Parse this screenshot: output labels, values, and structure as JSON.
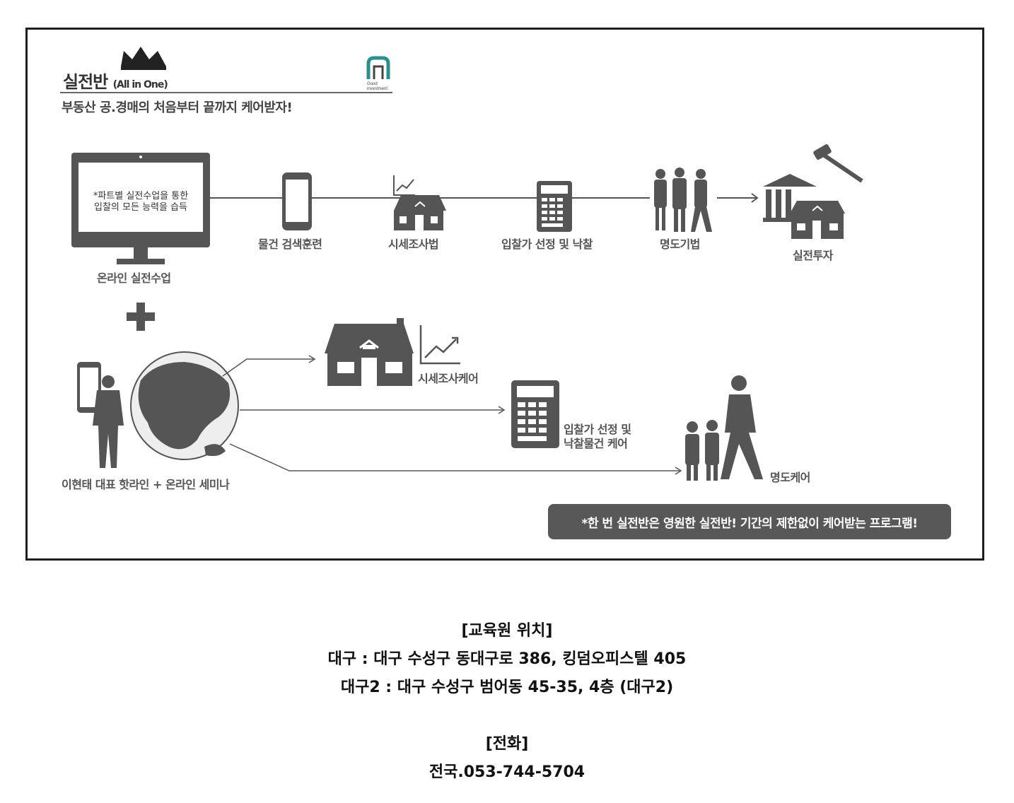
{
  "header": {
    "title": "실전반",
    "title_suffix": "(All in One)",
    "subtitle": "부동산 공.경매의 처음부터 끝까지 케어받자!",
    "logo_text_1": "Good",
    "logo_text_2": "investment"
  },
  "flow_top": {
    "monitor_text_1": "*파트별 실전수업을 통한",
    "monitor_text_2": "입찰의 모든 능력을 습득",
    "online_class": "온라인 실전수업",
    "step_search": "물건 검색훈련",
    "step_market": "시세조사법",
    "step_bid": "입찰가 선정 및 낙찰",
    "step_evict": "명도기법",
    "step_invest": "실전투자"
  },
  "flow_bottom": {
    "hotline": "이현태 대표 핫라인 + 온라인 세미나",
    "care_market": "시세조사케어",
    "care_bid_1": "입찰가 선정 및",
    "care_bid_2": "낙찰물건 케어",
    "care_evict": "명도케어"
  },
  "banner": "*한 번 실전반은 영원한 실전반! 기간의 제한없이 케어받는 프로그램!",
  "info": {
    "location_heading": "[교육원 위치]",
    "location_1": "대구 : 대구 수성구 동대구로 386, 킹덤오피스텔 405",
    "location_2": "대구2 : 대구 수성구 범어동 45-35, 4층 (대구2)",
    "phone_heading": "[전화]",
    "phone": "전국.053-744-5704"
  },
  "colors": {
    "icon": "#555555",
    "banner": "#585858",
    "frame": "#1e1e1e",
    "logo": "#2a8f8f"
  }
}
